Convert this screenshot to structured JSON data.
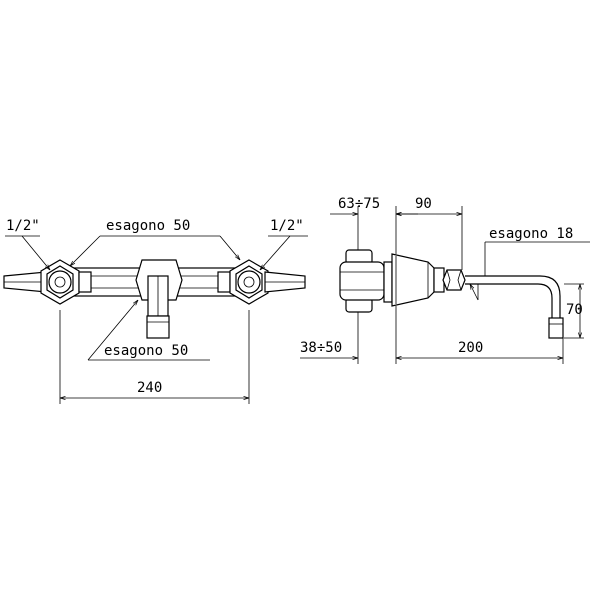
{
  "front_view": {
    "left_thread": "1/2\"",
    "right_thread": "1/2\"",
    "hex_top": "esagono 50",
    "hex_bottom": "esagono 50",
    "width": "240"
  },
  "side_view": {
    "wall_range": "63÷75",
    "body_length": "90",
    "hex_spout": "esagono 18",
    "depth_range": "38÷50",
    "spout_length": "200",
    "spout_drop": "70"
  }
}
